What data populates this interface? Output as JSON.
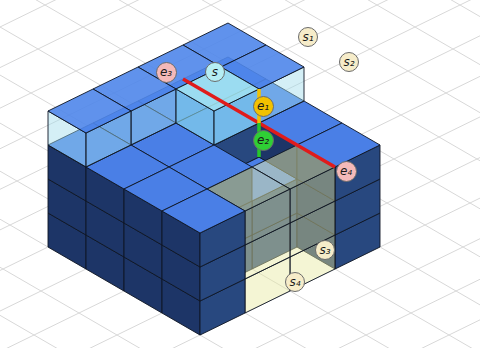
{
  "diagram": {
    "nodes": [
      {
        "text": [
          "s₁"
        ]
      },
      {
        "text": [
          "s₂"
        ]
      },
      {
        "text": [
          "s"
        ]
      },
      {
        "text": [
          "e₃"
        ]
      },
      {
        "text": [
          "e₁"
        ]
      },
      {
        "text": [
          "e₂"
        ]
      },
      {
        "text": [
          "e₄"
        ]
      },
      {
        "text": [
          "s₃"
        ]
      },
      {
        "text": [
          "s₄"
        ]
      }
    ]
  }
}
